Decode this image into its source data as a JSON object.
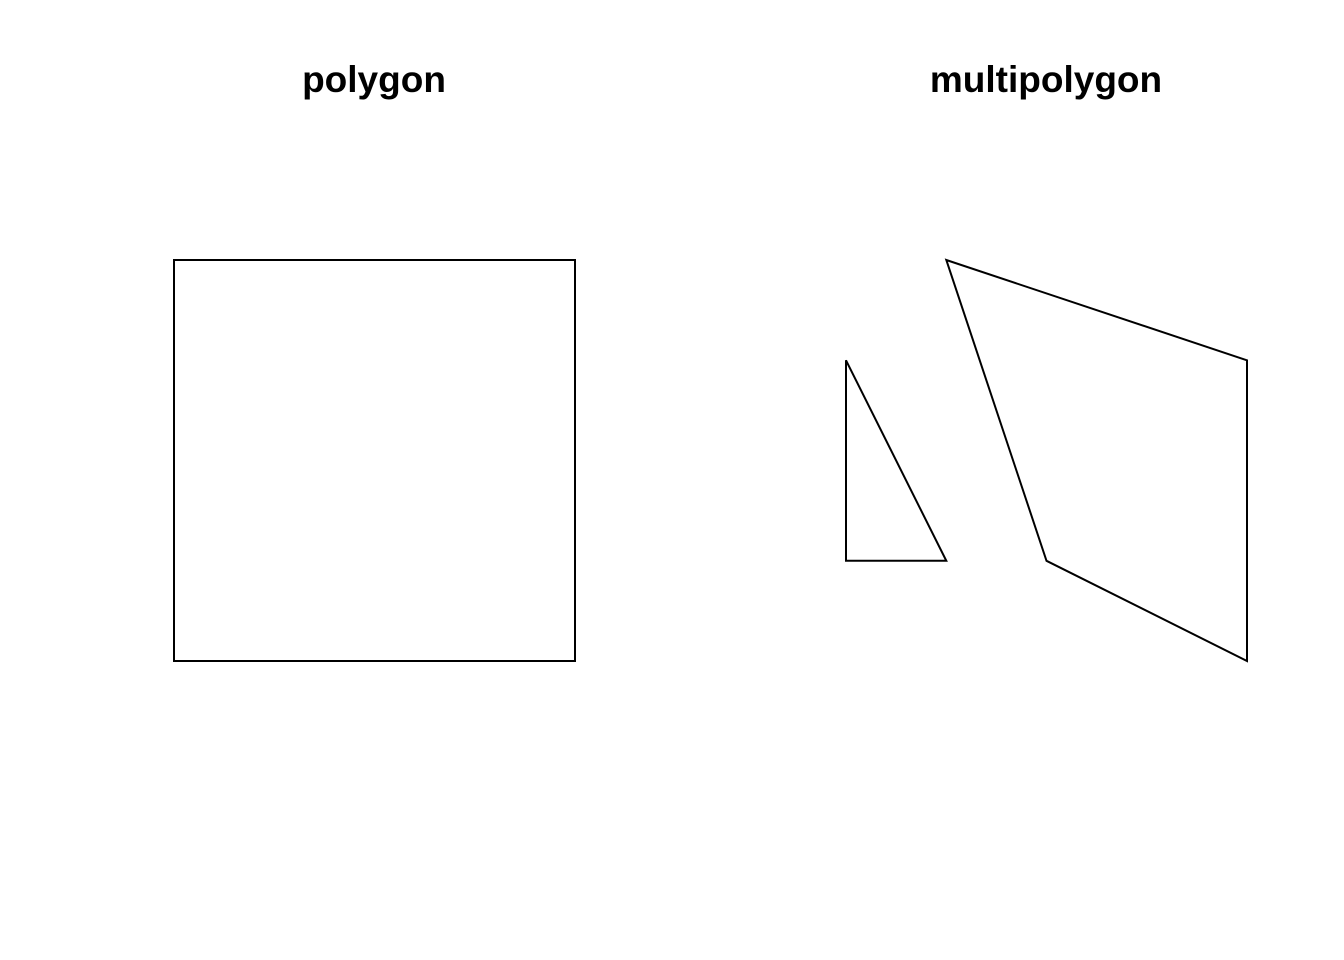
{
  "panels": [
    {
      "title": "polygon",
      "geometry_type": "polygon",
      "stroke_color": "#000000",
      "shapes": [
        {
          "coords": [
            [
              0,
              0
            ],
            [
              4,
              0
            ],
            [
              4,
              4
            ],
            [
              0,
              4
            ],
            [
              0,
              0
            ]
          ]
        }
      ],
      "xlim": [
        0,
        4
      ],
      "ylim": [
        0,
        4
      ]
    },
    {
      "title": "multipolygon",
      "geometry_type": "multipolygon",
      "stroke_color": "#000000",
      "shapes": [
        {
          "coords": [
            [
              0,
              1
            ],
            [
              1,
              1
            ],
            [
              0,
              3
            ],
            [
              0,
              1
            ]
          ]
        },
        {
          "coords": [
            [
              2,
              1
            ],
            [
              4,
              0
            ],
            [
              4,
              3
            ],
            [
              1,
              4
            ],
            [
              2,
              1
            ]
          ]
        }
      ],
      "xlim": [
        0,
        4
      ],
      "ylim": [
        0,
        4
      ]
    }
  ]
}
